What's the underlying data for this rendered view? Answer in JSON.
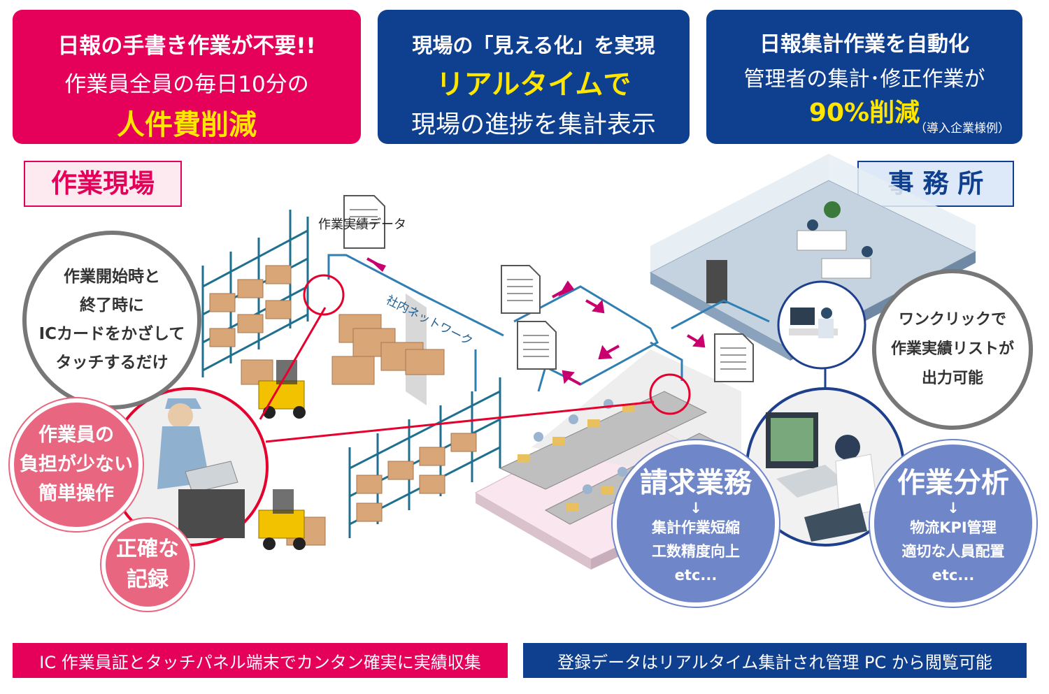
{
  "top_boxes": {
    "left": {
      "line1": "日報の手書き作業が不要!!",
      "line2": "作業員全員の毎日10分の",
      "line3": "人件費削減"
    },
    "center": {
      "line1": "現場の「見える化」を実現",
      "line2": "リアルタイムで",
      "line3": "現場の進捗を集計表示"
    },
    "right": {
      "line1": "日報集計作業を自動化",
      "line2": "管理者の集計･修正作業が",
      "line3": "90%削減",
      "note": "（導入企業様例）"
    }
  },
  "area_labels": {
    "site": "作業現場",
    "office": "事 務 所"
  },
  "network": {
    "data_label": "作業実績データ",
    "network_label": "社内ネットワーク"
  },
  "circles": {
    "ic_card": {
      "l1": "作業開始時と",
      "l2": "終了時に",
      "l3": "ICカードをかざして",
      "l4": "タッチするだけ"
    },
    "burden": {
      "l1": "作業員の",
      "l2": "負担が少ない",
      "l3": "簡単操作"
    },
    "accurate": {
      "l1": "正確な",
      "l2": "記録"
    },
    "one_click": {
      "l1": "ワンクリックで",
      "l2": "作業実績リストが",
      "l3": "出力可能"
    },
    "billing": {
      "title": "請求業務",
      "arrow": "↓",
      "l1": "集計作業短縮",
      "l2": "工数精度向上",
      "l3": "etc..."
    },
    "analysis": {
      "title": "作業分析",
      "arrow": "↓",
      "l1": "物流KPI管理",
      "l2": "適切な人員配置",
      "l3": "etc..."
    }
  },
  "bottom": {
    "left": "IC 作業員証とタッチパネル端末でカンタン確実に実績収集",
    "right": "登録データはリアルタイム集計され管理 PC から閲覧可能"
  },
  "colors": {
    "pink": "#e5005a",
    "navy": "#0f3f8f",
    "highlight": "#ffe600"
  }
}
